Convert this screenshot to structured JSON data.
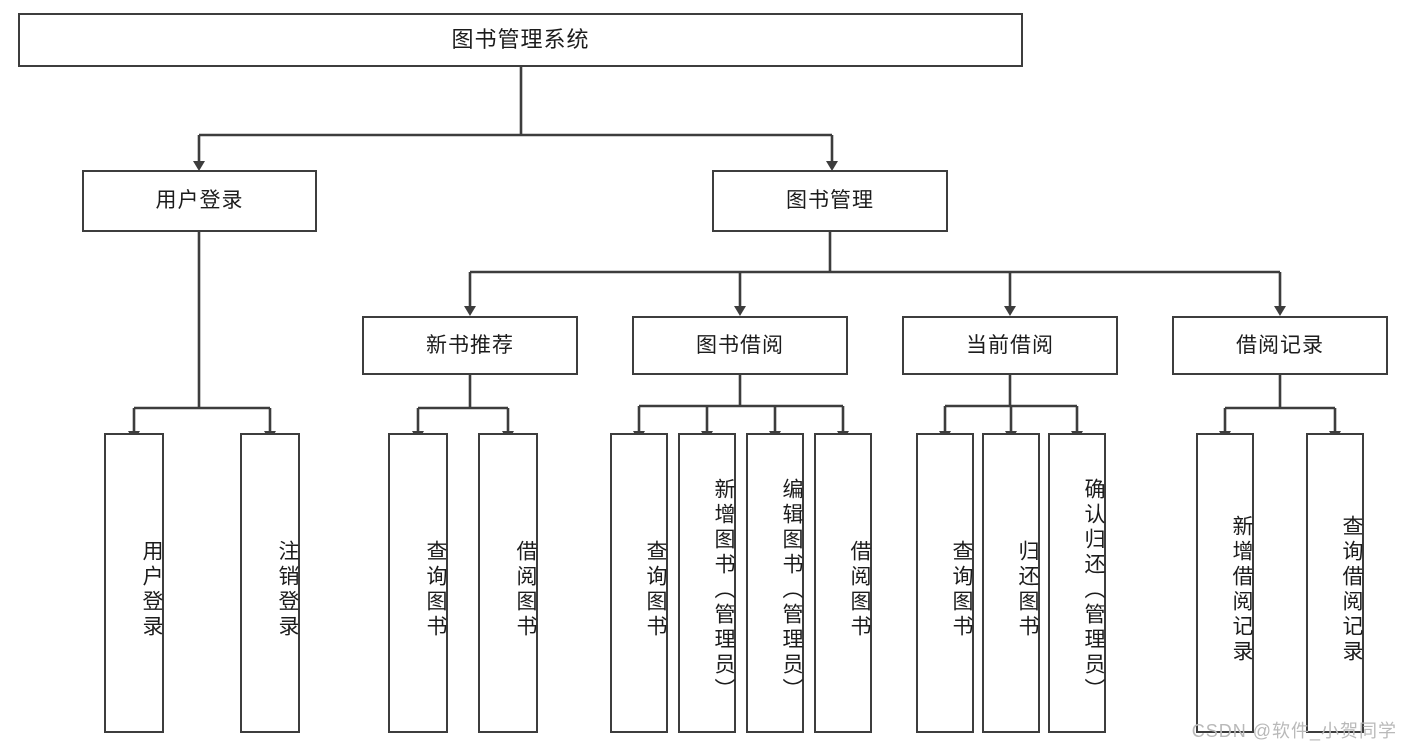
{
  "diagram": {
    "title": "图书管理系统",
    "type": "hierarchy-tree",
    "stroke_color": "#3d3d3d",
    "fill_color": "#ffffff",
    "text_color": "#1c1c1c",
    "nodes": {
      "root": "图书管理系统",
      "level2": [
        "用户登录",
        "图书管理"
      ],
      "level3": [
        "新书推荐",
        "图书借阅",
        "当前借阅",
        "借阅记录"
      ],
      "leaves": {
        "user_login": [
          "用户登录",
          "注销登录"
        ],
        "new_book": [
          "查询图书",
          "借阅图书"
        ],
        "book_borrow": [
          "查询图书",
          "新增图书（管理员）",
          "编辑图书（管理员）",
          "借阅图书"
        ],
        "current_borrow": [
          "查询图书",
          "归还图书",
          "确认归还（管理员）"
        ],
        "borrow_record": [
          "新增借阅记录",
          "查询借阅记录"
        ]
      }
    }
  },
  "watermark": {
    "text": "CSDN @软件_小贺同学"
  }
}
